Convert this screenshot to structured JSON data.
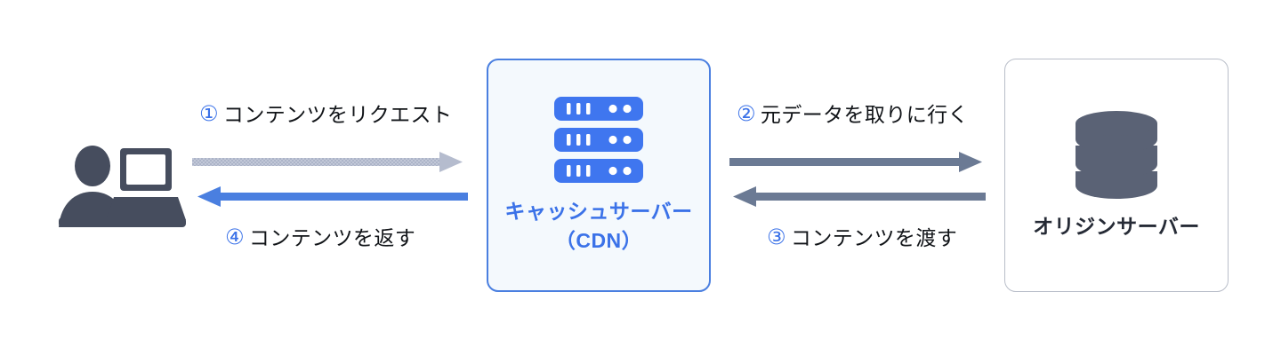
{
  "diagram": {
    "title": "CDN cache server content delivery flow",
    "background": "#ffffff",
    "colors": {
      "accent_blue": "#3b72e8",
      "arrow_blue": "#4a7fe0",
      "arrow_light": "#b5bcce",
      "arrow_slate": "#6b7a94",
      "icon_slate": "#464d5e",
      "cdn_fill": "#f4f9fd",
      "cdn_border": "#4a7fe0",
      "origin_border": "#b9bec9",
      "text_dark": "#111418"
    }
  },
  "nodes": {
    "user": {
      "icon": "user-with-laptop-icon",
      "label": ""
    },
    "cdn": {
      "icon": "server-rack-icon",
      "label_line1": "キャッシュサーバー",
      "label_line2": "（CDN）"
    },
    "origin": {
      "icon": "database-cylinder-icon",
      "label_line1": "オリジンサーバー"
    }
  },
  "steps": [
    {
      "number": "①",
      "text": "コンテンツをリクエスト",
      "direction": "right",
      "from": "user",
      "to": "cdn",
      "arrow_style": "dotted-light",
      "arrow_color": "#b5bcce"
    },
    {
      "number": "②",
      "text": "元データを取りに行く",
      "direction": "right",
      "from": "cdn",
      "to": "origin",
      "arrow_style": "solid",
      "arrow_color": "#6b7a94"
    },
    {
      "number": "③",
      "text": "コンテンツを渡す",
      "direction": "left",
      "from": "origin",
      "to": "cdn",
      "arrow_style": "solid",
      "arrow_color": "#6b7a94"
    },
    {
      "number": "④",
      "text": "コンテンツを返す",
      "direction": "left",
      "from": "cdn",
      "to": "user",
      "arrow_style": "solid",
      "arrow_color": "#4a7fe0"
    }
  ]
}
